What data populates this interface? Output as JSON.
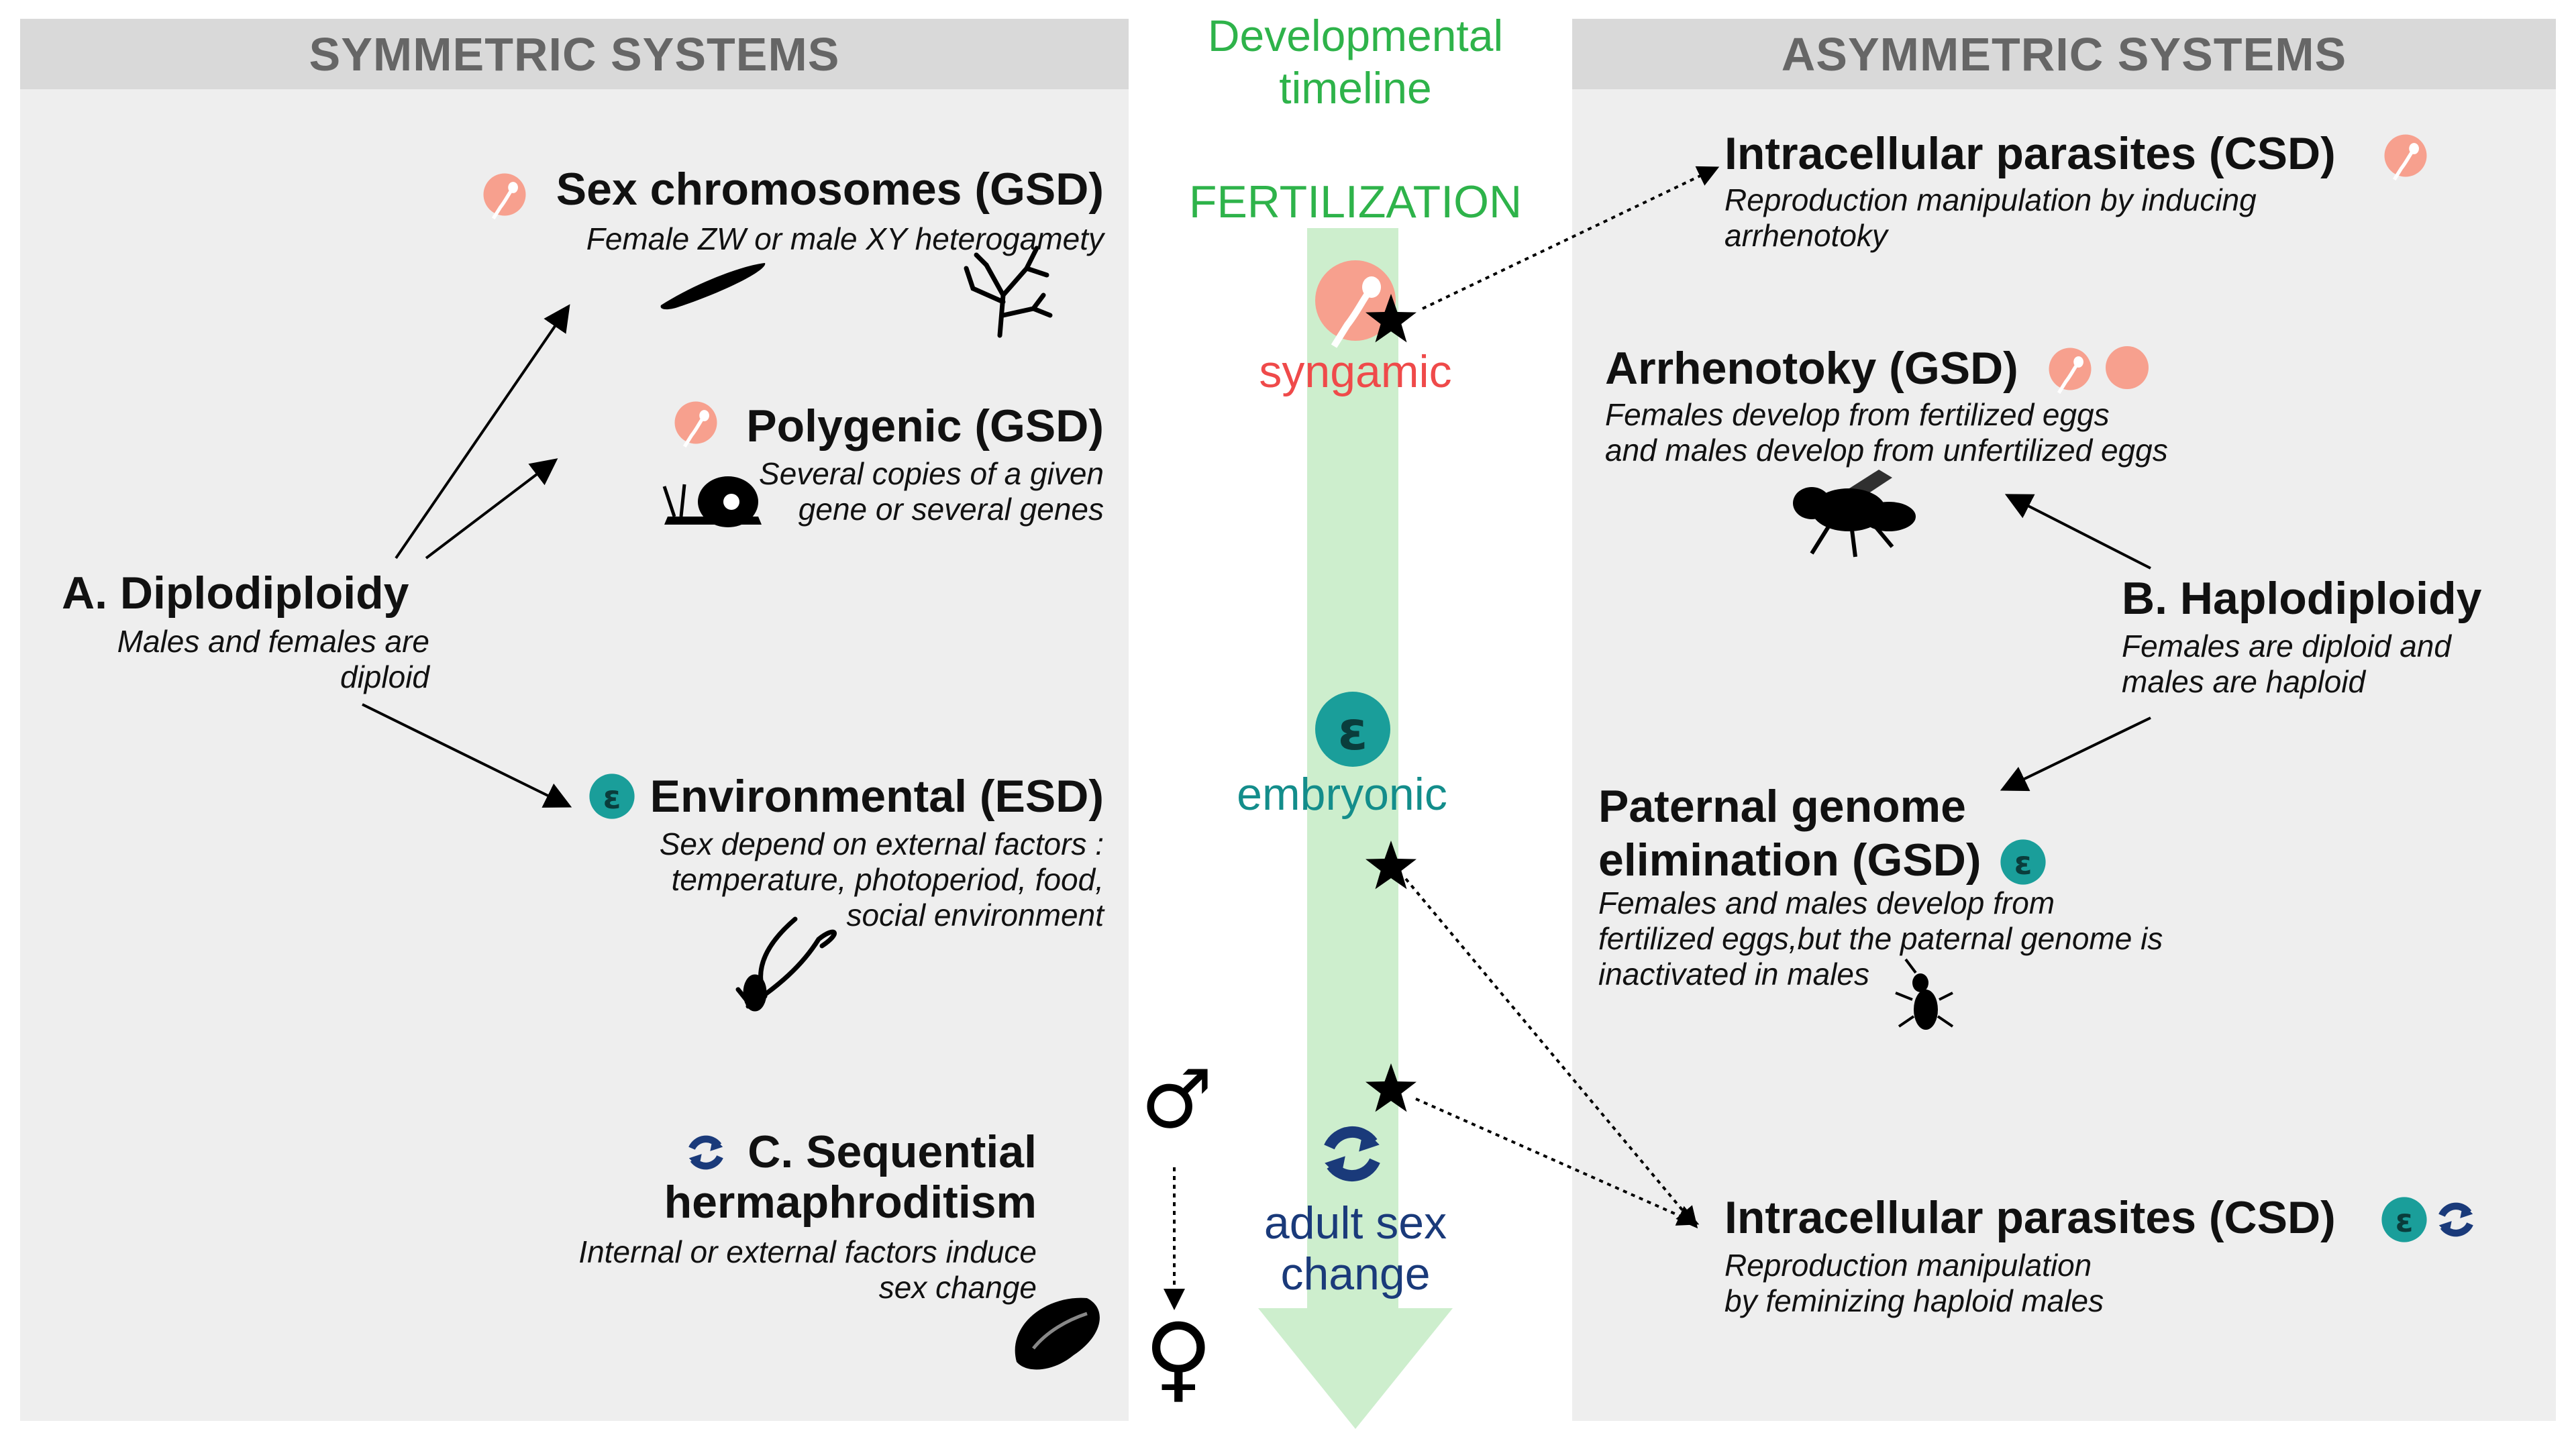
{
  "colors": {
    "panel_bg": "#eeeeee",
    "header_bg": "#d9d9d9",
    "header_text": "#666666",
    "timeline_green": "#cdeecd",
    "fertilization_green": "#2eb34a",
    "syngamic_red": "#ef4a4a",
    "sperm_salmon": "#f7a08e",
    "embryonic_teal": "#138d8b",
    "epsilon_teal": "#1a9e9a",
    "adult_blue": "#1a3a7a"
  },
  "left_panel": {
    "header": "SYMMETRIC SYSTEMS",
    "sex_chromosomes": {
      "title": "Sex chromosomes (GSD)",
      "desc": "Female ZW or male XY heterogamety"
    },
    "polygenic": {
      "title": "Polygenic (GSD)",
      "desc_1": "Several copies of a given",
      "desc_2": "gene or several genes"
    },
    "diplodiploidy": {
      "title": "A. Diplodiploidy",
      "desc_1": "Males and females are",
      "desc_2": "diploid"
    },
    "environmental": {
      "title": "Environmental (ESD)",
      "desc_1": "Sex depend on external factors :",
      "desc_2": "temperature, photoperiod, food,",
      "desc_3": "social environment"
    },
    "sequential": {
      "title_1": "C. Sequential",
      "title_2": "hermaphroditism",
      "desc_1": "Internal or external factors induce",
      "desc_2": "sex change"
    }
  },
  "timeline": {
    "title_1": "Developmental",
    "title_2": "timeline",
    "fertilization": "FERTILIZATION",
    "syngamic": "syngamic",
    "embryonic": "embryonic",
    "adult_1": "adult sex",
    "adult_2": "change",
    "epsilon": "ε",
    "male_symbol": "♂",
    "female_symbol": "♀"
  },
  "right_panel": {
    "header": "ASYMMETRIC SYSTEMS",
    "parasites_top": {
      "title": "Intracellular parasites (CSD)",
      "desc_1": "Reproduction manipulation by inducing",
      "desc_2": "arrhenotoky"
    },
    "arrhenotoky": {
      "title": "Arrhenotoky (GSD)",
      "desc_1": "Females develop from fertilized eggs",
      "desc_2": "and males develop from unfertilized eggs"
    },
    "haplodiploidy": {
      "title": "B. Haplodiploidy",
      "desc_1": "Females are diploid and",
      "desc_2": "males are haploid"
    },
    "paternal": {
      "title_1": "Paternal genome",
      "title_2": "elimination (GSD)",
      "desc_1": "Females and males develop from",
      "desc_2": "fertilized eggs,but the paternal genome is",
      "desc_3": "inactivated in males"
    },
    "parasites_bottom": {
      "title": "Intracellular parasites (CSD)",
      "desc_1": "Reproduction manipulation",
      "desc_2": "by feminizing haploid males"
    }
  },
  "icons": [
    "sperm-icon",
    "egg-icon",
    "epsilon-icon",
    "cycle-arrows-icon",
    "star-icon",
    "male-symbol-icon",
    "female-symbol-icon",
    "worm-icon",
    "coral-icon",
    "snail-icon",
    "bird-icon",
    "wasp-icon",
    "mite-icon",
    "shell-icon"
  ]
}
